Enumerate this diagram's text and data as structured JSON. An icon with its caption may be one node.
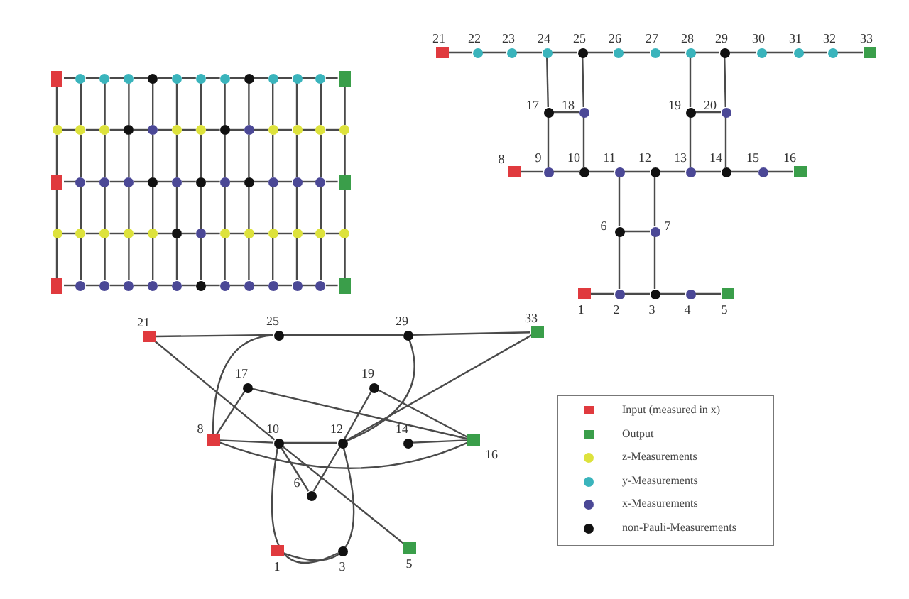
{
  "diagram": {
    "nodes": [
      {
        "text": [],
        "shape": "box"
      },
      {
        "text": [],
        "shape": "circle"
      },
      {
        "text": [],
        "shape": "circle"
      },
      {
        "text": [],
        "shape": "circle"
      },
      {
        "text": [],
        "shape": "circle"
      },
      {
        "text": [],
        "shape": "circle"
      },
      {
        "text": [],
        "shape": "circle"
      },
      {
        "text": [],
        "shape": "circle"
      },
      {
        "text": [],
        "shape": "circle"
      },
      {
        "text": [],
        "shape": "circle"
      },
      {
        "text": [],
        "shape": "circle"
      },
      {
        "text": [],
        "shape": "circle"
      },
      {
        "text": [],
        "shape": "box"
      },
      {
        "text": [],
        "shape": "circle"
      },
      {
        "text": [],
        "shape": "circle"
      },
      {
        "text": [],
        "shape": "circle"
      },
      {
        "text": [],
        "shape": "circle"
      },
      {
        "text": [],
        "shape": "circle"
      },
      {
        "text": [],
        "shape": "circle"
      },
      {
        "text": [],
        "shape": "circle"
      },
      {
        "text": [],
        "shape": "circle"
      },
      {
        "text": [],
        "shape": "circle"
      },
      {
        "text": [],
        "shape": "circle"
      },
      {
        "text": [],
        "shape": "circle"
      },
      {
        "text": [],
        "shape": "circle"
      },
      {
        "text": [],
        "shape": "circle"
      },
      {
        "text": [],
        "shape": "box"
      },
      {
        "text": [],
        "shape": "circle"
      },
      {
        "text": [],
        "shape": "circle"
      },
      {
        "text": [],
        "shape": "circle"
      },
      {
        "text": [],
        "shape": "circle"
      },
      {
        "text": [],
        "shape": "circle"
      },
      {
        "text": [],
        "shape": "circle"
      },
      {
        "text": [],
        "shape": "circle"
      },
      {
        "text": [],
        "shape": "circle"
      },
      {
        "text": [],
        "shape": "circle"
      },
      {
        "text": [],
        "shape": "circle"
      },
      {
        "text": [],
        "shape": "circle"
      },
      {
        "text": [],
        "shape": "box"
      },
      {
        "text": [],
        "shape": "circle"
      },
      {
        "text": [],
        "shape": "circle"
      },
      {
        "text": [],
        "shape": "circle"
      },
      {
        "text": [],
        "shape": "circle"
      },
      {
        "text": [],
        "shape": "circle"
      },
      {
        "text": [],
        "shape": "circle"
      },
      {
        "text": [],
        "shape": "circle"
      },
      {
        "text": [],
        "shape": "circle"
      },
      {
        "text": [],
        "shape": "circle"
      },
      {
        "text": [],
        "shape": "circle"
      },
      {
        "text": [],
        "shape": "circle"
      },
      {
        "text": [],
        "shape": "circle"
      },
      {
        "text": [],
        "shape": "circle"
      },
      {
        "text": [],
        "shape": "box"
      },
      {
        "text": [],
        "shape": "circle"
      },
      {
        "text": [],
        "shape": "circle"
      },
      {
        "text": [],
        "shape": "circle"
      },
      {
        "text": [],
        "shape": "circle"
      },
      {
        "text": [],
        "shape": "circle"
      },
      {
        "text": [],
        "shape": "circle"
      },
      {
        "text": [],
        "shape": "circle"
      },
      {
        "text": [],
        "shape": "circle"
      },
      {
        "text": [],
        "shape": "circle"
      },
      {
        "text": [],
        "shape": "circle"
      },
      {
        "text": [],
        "shape": "circle"
      },
      {
        "text": [],
        "shape": "box"
      },
      {
        "text": [
          "1"
        ]
      },
      {
        "text": [
          "2"
        ]
      },
      {
        "text": [
          "3"
        ]
      },
      {
        "text": [
          "4"
        ]
      },
      {
        "text": [
          "5"
        ]
      },
      {
        "text": [
          "6"
        ]
      },
      {
        "text": [
          "7"
        ]
      },
      {
        "text": [
          "8"
        ]
      },
      {
        "text": [
          "9"
        ]
      },
      {
        "text": [
          "10"
        ]
      },
      {
        "text": [
          "11"
        ]
      },
      {
        "text": [
          "12"
        ]
      },
      {
        "text": [
          "13"
        ]
      },
      {
        "text": [
          "14"
        ]
      },
      {
        "text": [
          "15"
        ]
      },
      {
        "text": [
          "16"
        ]
      },
      {
        "text": [
          "17"
        ]
      },
      {
        "text": [
          "18"
        ]
      },
      {
        "text": [
          "19"
        ]
      },
      {
        "text": [
          "20"
        ]
      },
      {
        "text": [
          "21"
        ]
      },
      {
        "text": [
          "22"
        ]
      },
      {
        "text": [
          "23"
        ]
      },
      {
        "text": [
          "24"
        ]
      },
      {
        "text": [
          "25"
        ]
      },
      {
        "text": [
          "26"
        ]
      },
      {
        "text": [
          "27"
        ]
      },
      {
        "text": [
          "28"
        ]
      },
      {
        "text": [
          "29"
        ]
      },
      {
        "text": [
          "30"
        ]
      },
      {
        "text": [
          "31"
        ]
      },
      {
        "text": [
          "32"
        ]
      },
      {
        "text": [
          "33"
        ]
      },
      {
        "text": [
          "21"
        ]
      },
      {
        "text": [
          "25"
        ]
      },
      {
        "text": [
          "29"
        ]
      },
      {
        "text": [
          "33"
        ]
      },
      {
        "text": [
          "17"
        ]
      },
      {
        "text": [
          "19"
        ]
      },
      {
        "text": [
          "8"
        ]
      },
      {
        "text": [
          "10"
        ]
      },
      {
        "text": [
          "12"
        ]
      },
      {
        "text": [
          "14"
        ]
      },
      {
        "text": [
          "16"
        ]
      },
      {
        "text": [
          "6"
        ]
      },
      {
        "text": [
          "1"
        ]
      },
      {
        "text": [
          "3"
        ]
      },
      {
        "text": [
          "5"
        ]
      }
    ],
    "edges": [
      {
        "from": 0,
        "to": 1,
        "arrow": "none"
      },
      {
        "from": 1,
        "to": 2,
        "arrow": "none"
      },
      {
        "from": 2,
        "to": 3,
        "arrow": "none"
      },
      {
        "from": 3,
        "to": 4,
        "arrow": "none"
      },
      {
        "from": 4,
        "to": 5,
        "arrow": "none"
      },
      {
        "from": 5,
        "to": 6,
        "arrow": "none"
      },
      {
        "from": 6,
        "to": 7,
        "arrow": "none"
      },
      {
        "from": 7,
        "to": 8,
        "arrow": "none"
      },
      {
        "from": 8,
        "to": 9,
        "arrow": "none"
      },
      {
        "from": 9,
        "to": 10,
        "arrow": "none"
      },
      {
        "from": 10,
        "to": 11,
        "arrow": "none"
      },
      {
        "from": 11,
        "to": 12,
        "arrow": "none"
      },
      {
        "from": 13,
        "to": 14,
        "arrow": "none"
      },
      {
        "from": 14,
        "to": 15,
        "arrow": "none"
      },
      {
        "from": 15,
        "to": 16,
        "arrow": "none"
      },
      {
        "from": 16,
        "to": 17,
        "arrow": "none"
      },
      {
        "from": 17,
        "to": 18,
        "arrow": "none"
      },
      {
        "from": 18,
        "to": 19,
        "arrow": "none"
      },
      {
        "from": 19,
        "to": 20,
        "arrow": "none"
      },
      {
        "from": 20,
        "to": 21,
        "arrow": "none"
      },
      {
        "from": 21,
        "to": 22,
        "arrow": "none"
      },
      {
        "from": 22,
        "to": 23,
        "arrow": "none"
      },
      {
        "from": 23,
        "to": 24,
        "arrow": "none"
      },
      {
        "from": 24,
        "to": 25,
        "arrow": "none"
      },
      {
        "from": 26,
        "to": 27,
        "arrow": "none"
      },
      {
        "from": 27,
        "to": 28,
        "arrow": "none"
      },
      {
        "from": 28,
        "to": 29,
        "arrow": "none"
      },
      {
        "from": 29,
        "to": 30,
        "arrow": "none"
      },
      {
        "from": 30,
        "to": 31,
        "arrow": "none"
      },
      {
        "from": 31,
        "to": 32,
        "arrow": "none"
      },
      {
        "from": 32,
        "to": 33,
        "arrow": "none"
      },
      {
        "from": 33,
        "to": 34,
        "arrow": "none"
      },
      {
        "from": 34,
        "to": 35,
        "arrow": "none"
      },
      {
        "from": 35,
        "to": 36,
        "arrow": "none"
      },
      {
        "from": 36,
        "to": 37,
        "arrow": "none"
      },
      {
        "from": 37,
        "to": 38,
        "arrow": "none"
      },
      {
        "from": 39,
        "to": 40,
        "arrow": "none"
      },
      {
        "from": 40,
        "to": 41,
        "arrow": "none"
      },
      {
        "from": 41,
        "to": 42,
        "arrow": "none"
      },
      {
        "from": 42,
        "to": 43,
        "arrow": "none"
      },
      {
        "from": 43,
        "to": 44,
        "arrow": "none"
      },
      {
        "from": 44,
        "to": 45,
        "arrow": "none"
      },
      {
        "from": 45,
        "to": 46,
        "arrow": "none"
      },
      {
        "from": 46,
        "to": 47,
        "arrow": "none"
      },
      {
        "from": 47,
        "to": 48,
        "arrow": "none"
      },
      {
        "from": 48,
        "to": 49,
        "arrow": "none"
      },
      {
        "from": 49,
        "to": 50,
        "arrow": "none"
      },
      {
        "from": 50,
        "to": 51,
        "arrow": "none"
      },
      {
        "from": 52,
        "to": 53,
        "arrow": "none"
      },
      {
        "from": 53,
        "to": 54,
        "arrow": "none"
      },
      {
        "from": 54,
        "to": 55,
        "arrow": "none"
      },
      {
        "from": 55,
        "to": 56,
        "arrow": "none"
      },
      {
        "from": 56,
        "to": 57,
        "arrow": "none"
      },
      {
        "from": 57,
        "to": 58,
        "arrow": "none"
      },
      {
        "from": 58,
        "to": 59,
        "arrow": "none"
      },
      {
        "from": 59,
        "to": 60,
        "arrow": "none"
      },
      {
        "from": 60,
        "to": 61,
        "arrow": "none"
      },
      {
        "from": 61,
        "to": 62,
        "arrow": "none"
      },
      {
        "from": 62,
        "to": 63,
        "arrow": "none"
      },
      {
        "from": 63,
        "to": 64,
        "arrow": "none"
      },
      {
        "from": 0,
        "to": 13,
        "arrow": "none"
      },
      {
        "from": 1,
        "to": 14,
        "arrow": "none"
      },
      {
        "from": 2,
        "to": 15,
        "arrow": "none"
      },
      {
        "from": 3,
        "to": 16,
        "arrow": "none"
      },
      {
        "from": 4,
        "to": 17,
        "arrow": "none"
      },
      {
        "from": 5,
        "to": 18,
        "arrow": "none"
      },
      {
        "from": 6,
        "to": 19,
        "arrow": "none"
      },
      {
        "from": 7,
        "to": 20,
        "arrow": "none"
      },
      {
        "from": 8,
        "to": 21,
        "arrow": "none"
      },
      {
        "from": 9,
        "to": 22,
        "arrow": "none"
      },
      {
        "from": 10,
        "to": 23,
        "arrow": "none"
      },
      {
        "from": 11,
        "to": 24,
        "arrow": "none"
      },
      {
        "from": 12,
        "to": 25,
        "arrow": "none"
      },
      {
        "from": 13,
        "to": 26,
        "arrow": "none"
      },
      {
        "from": 14,
        "to": 27,
        "arrow": "none"
      },
      {
        "from": 15,
        "to": 28,
        "arrow": "none"
      },
      {
        "from": 16,
        "to": 29,
        "arrow": "none"
      },
      {
        "from": 17,
        "to": 30,
        "arrow": "none"
      },
      {
        "from": 18,
        "to": 31,
        "arrow": "none"
      },
      {
        "from": 19,
        "to": 32,
        "arrow": "none"
      },
      {
        "from": 20,
        "to": 33,
        "arrow": "none"
      },
      {
        "from": 21,
        "to": 34,
        "arrow": "none"
      },
      {
        "from": 22,
        "to": 35,
        "arrow": "none"
      },
      {
        "from": 23,
        "to": 36,
        "arrow": "none"
      },
      {
        "from": 24,
        "to": 37,
        "arrow": "none"
      },
      {
        "from": 25,
        "to": 38,
        "arrow": "none"
      },
      {
        "from": 26,
        "to": 39,
        "arrow": "none"
      },
      {
        "from": 27,
        "to": 40,
        "arrow": "none"
      },
      {
        "from": 28,
        "to": 41,
        "arrow": "none"
      },
      {
        "from": 29,
        "to": 42,
        "arrow": "none"
      },
      {
        "from": 30,
        "to": 43,
        "arrow": "none"
      },
      {
        "from": 31,
        "to": 44,
        "arrow": "none"
      },
      {
        "from": 32,
        "to": 45,
        "arrow": "none"
      },
      {
        "from": 33,
        "to": 46,
        "arrow": "none"
      },
      {
        "from": 34,
        "to": 47,
        "arrow": "none"
      },
      {
        "from": 35,
        "to": 48,
        "arrow": "none"
      },
      {
        "from": 36,
        "to": 49,
        "arrow": "none"
      },
      {
        "from": 37,
        "to": 50,
        "arrow": "none"
      },
      {
        "from": 38,
        "to": 51,
        "arrow": "none"
      },
      {
        "from": 39,
        "to": 52,
        "arrow": "none"
      },
      {
        "from": 40,
        "to": 53,
        "arrow": "none"
      },
      {
        "from": 41,
        "to": 54,
        "arrow": "none"
      },
      {
        "from": 42,
        "to": 55,
        "arrow": "none"
      },
      {
        "from": 43,
        "to": 56,
        "arrow": "none"
      },
      {
        "from": 44,
        "to": 57,
        "arrow": "none"
      },
      {
        "from": 45,
        "to": 58,
        "arrow": "none"
      },
      {
        "from": 46,
        "to": 59,
        "arrow": "none"
      },
      {
        "from": 47,
        "to": 60,
        "arrow": "none"
      },
      {
        "from": 48,
        "to": 61,
        "arrow": "none"
      },
      {
        "from": 49,
        "to": 62,
        "arrow": "none"
      },
      {
        "from": 50,
        "to": 63,
        "arrow": "none"
      },
      {
        "from": 51,
        "to": 64,
        "arrow": "none"
      },
      {
        "from": 85,
        "to": 86,
        "arrow": "none"
      },
      {
        "from": 86,
        "to": 87,
        "arrow": "none"
      },
      {
        "from": 87,
        "to": 88,
        "arrow": "none"
      },
      {
        "from": 88,
        "to": 89,
        "arrow": "none"
      },
      {
        "from": 89,
        "to": 90,
        "arrow": "none"
      },
      {
        "from": 90,
        "to": 91,
        "arrow": "none"
      },
      {
        "from": 91,
        "to": 92,
        "arrow": "none"
      },
      {
        "from": 92,
        "to": 93,
        "arrow": "none"
      },
      {
        "from": 93,
        "to": 94,
        "arrow": "none"
      },
      {
        "from": 94,
        "to": 95,
        "arrow": "none"
      },
      {
        "from": 95,
        "to": 96,
        "arrow": "none"
      },
      {
        "from": 96,
        "to": 97,
        "arrow": "none"
      },
      {
        "from": 72,
        "to": 73,
        "arrow": "none"
      },
      {
        "from": 73,
        "to": 74,
        "arrow": "none"
      },
      {
        "from": 74,
        "to": 75,
        "arrow": "none"
      },
      {
        "from": 75,
        "to": 76,
        "arrow": "none"
      },
      {
        "from": 76,
        "to": 77,
        "arrow": "none"
      },
      {
        "from": 77,
        "to": 78,
        "arrow": "none"
      },
      {
        "from": 78,
        "to": 79,
        "arrow": "none"
      },
      {
        "from": 79,
        "to": 80,
        "arrow": "none"
      },
      {
        "from": 65,
        "to": 66,
        "arrow": "none"
      },
      {
        "from": 66,
        "to": 67,
        "arrow": "none"
      },
      {
        "from": 67,
        "to": 68,
        "arrow": "none"
      },
      {
        "from": 68,
        "to": 69,
        "arrow": "none"
      },
      {
        "from": 88,
        "to": 81,
        "arrow": "none"
      },
      {
        "from": 81,
        "to": 73,
        "arrow": "none"
      },
      {
        "from": 89,
        "to": 82,
        "arrow": "none"
      },
      {
        "from": 82,
        "to": 74,
        "arrow": "none"
      },
      {
        "from": 81,
        "to": 82,
        "arrow": "none"
      },
      {
        "from": 92,
        "to": 83,
        "arrow": "none"
      },
      {
        "from": 83,
        "to": 77,
        "arrow": "none"
      },
      {
        "from": 93,
        "to": 84,
        "arrow": "none"
      },
      {
        "from": 84,
        "to": 78,
        "arrow": "none"
      },
      {
        "from": 83,
        "to": 84,
        "arrow": "none"
      },
      {
        "from": 75,
        "to": 70,
        "arrow": "none"
      },
      {
        "from": 70,
        "to": 66,
        "arrow": "none"
      },
      {
        "from": 76,
        "to": 71,
        "arrow": "none"
      },
      {
        "from": 71,
        "to": 67,
        "arrow": "none"
      },
      {
        "from": 70,
        "to": 71,
        "arrow": "none"
      },
      {
        "from": 98,
        "to": 99,
        "arrow": "none"
      },
      {
        "from": 99,
        "to": 100,
        "arrow": "none"
      },
      {
        "from": 100,
        "to": 101,
        "arrow": "none"
      },
      {
        "from": 98,
        "to": 105,
        "arrow": "none"
      },
      {
        "from": 105,
        "to": 112,
        "arrow": "none"
      },
      {
        "from": 99,
        "to": 104,
        "arrow": "none"
      },
      {
        "from": 100,
        "to": 106,
        "arrow": "none"
      },
      {
        "from": 101,
        "to": 106,
        "arrow": "none"
      },
      {
        "from": 102,
        "to": 104,
        "arrow": "none"
      },
      {
        "from": 102,
        "to": 108,
        "arrow": "none"
      },
      {
        "from": 103,
        "to": 106,
        "arrow": "none"
      },
      {
        "from": 103,
        "to": 108,
        "arrow": "none"
      },
      {
        "from": 104,
        "to": 105,
        "arrow": "none"
      },
      {
        "from": 105,
        "to": 106,
        "arrow": "none"
      },
      {
        "from": 107,
        "to": 108,
        "arrow": "none"
      },
      {
        "from": 104,
        "to": 108,
        "arrow": "none"
      },
      {
        "from": 105,
        "to": 109,
        "arrow": "none"
      },
      {
        "from": 109,
        "to": 106,
        "arrow": "none"
      },
      {
        "from": 105,
        "to": 111,
        "arrow": "none"
      },
      {
        "from": 106,
        "to": 110,
        "arrow": "none"
      }
    ],
    "legend": [
      {
        "text": "Input (measured in x)",
        "color": "#e03a3e"
      },
      {
        "text": "Output",
        "color": "#3a9e4a"
      },
      {
        "text": "z-Measurements",
        "color": "#dde23c"
      },
      {
        "text": "y-Measurements",
        "color": "#3ab4bc"
      },
      {
        "text": "x-Measurements",
        "color": "#4b4896"
      },
      {
        "text": "non-Pauli-Measurements",
        "color": "#111111"
      }
    ]
  }
}
